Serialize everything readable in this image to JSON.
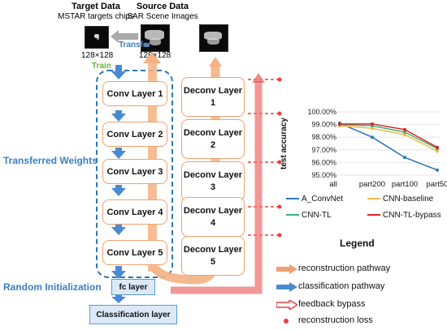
{
  "header": {
    "target_title": "Target Data",
    "target_sub": "MSTAR targets chips",
    "source_title": "Source Data",
    "source_sub": "SAR Scene Images",
    "dim_left": "128×128",
    "dim_right": "128×128",
    "transfer_label": "Transfer",
    "train_label": "Train"
  },
  "layers": {
    "conv": [
      "Conv Layer 1",
      "Conv Layer 2",
      "Conv Layer 3",
      "Conv Layer 4",
      "Conv Layer 5"
    ],
    "deconv": [
      {
        "line1": "Deconv Layer",
        "line2": "1"
      },
      {
        "line1": "Deconv Layer",
        "line2": "2"
      },
      {
        "line1": "Deconv Layer",
        "line2": "3"
      },
      {
        "line1": "Deconv Layer",
        "line2": "4"
      },
      {
        "line1": "Deconv Layer",
        "line2": "5"
      }
    ],
    "fc": "fc layer",
    "classification": "Classification layer"
  },
  "side_labels": {
    "transferred": "Transferred Weights",
    "random": "Random Initialization"
  },
  "chart_data": {
    "type": "line",
    "ylabel": "test accuracy",
    "categories": [
      "all",
      "part200",
      "part100",
      "part50"
    ],
    "yticks": [
      "100.00%",
      "99.00%",
      "98.00%",
      "97.00%",
      "96.00%",
      "95.00%"
    ],
    "ylim": [
      95,
      100
    ],
    "series": [
      {
        "name": "A_ConvNet",
        "color": "#2e75b6",
        "values": [
          99.1,
          98.0,
          96.4,
          95.4
        ]
      },
      {
        "name": "CNN-baseline",
        "color": "#f2b84b",
        "values": [
          98.9,
          98.7,
          98.2,
          96.9
        ]
      },
      {
        "name": "CNN-TL",
        "color": "#3cb371",
        "values": [
          99.0,
          98.9,
          98.4,
          97.1
        ]
      },
      {
        "name": "CNN-TL-bypass",
        "color": "#d62728",
        "values": [
          99.05,
          99.05,
          98.6,
          97.2
        ]
      }
    ]
  },
  "legend": {
    "title": "Legend",
    "items": [
      {
        "label": "reconstruction pathway",
        "color": "#f0a070"
      },
      {
        "label": "classification pathway",
        "color": "#4a8ad0"
      },
      {
        "label": "feedback bypass",
        "color": "#e84040"
      },
      {
        "label": "reconstruction loss",
        "color": "#f07070"
      }
    ]
  }
}
